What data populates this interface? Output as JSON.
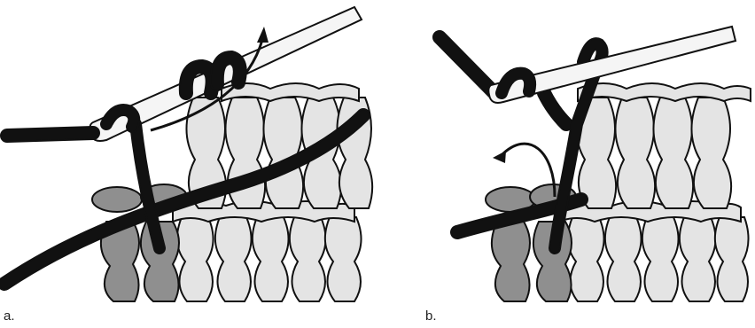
{
  "figure": {
    "panels": [
      {
        "id": "a",
        "caption": "a."
      },
      {
        "id": "b",
        "caption": "b."
      }
    ],
    "colors": {
      "background": "#ffffff",
      "light_yarn": "#e4e4e4",
      "dark_yarn": "#8f8f8f",
      "hook": "#f5f5f5",
      "outline": "#111111"
    }
  }
}
